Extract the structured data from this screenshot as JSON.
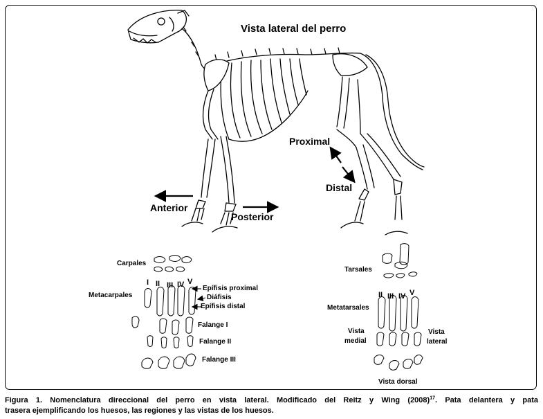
{
  "figure": {
    "title": "Vista lateral del perro",
    "direction_labels": {
      "anterior": "Anterior",
      "posterior": "Posterior",
      "proximal": "Proximal",
      "distal": "Distal"
    },
    "forelimb": {
      "carpales": "Carpales",
      "metacarpales": "Metacarpales",
      "roman": [
        "I",
        "II",
        "III",
        "IV",
        "V"
      ],
      "epifisis_proximal": "Epífisis proximal",
      "diafisis": "Diáfisis",
      "epifisis_distal": "Epífisis distal",
      "falange_1": "Falange I",
      "falange_2": "Falange II",
      "falange_3": "Falange III"
    },
    "hindlimb": {
      "tarsales": "Tarsales",
      "metatarsales": "Metatarsales",
      "roman": [
        "II",
        "III",
        "IV",
        "V"
      ],
      "vista_medial_1": "Vista",
      "vista_medial_2": "medial",
      "vista_lateral_1": "Vista",
      "vista_lateral_2": "lateral",
      "vista_dorsal": "Vista dorsal"
    }
  },
  "caption": {
    "line1": "Figura 1. Nomenclatura direccional del perro en vista lateral. Modificado del Reitz y Wing (2008)",
    "superscript": "17",
    "line1_end": ". Pata delantera y pata",
    "line2": "trasera ejemplificando los huesos, las regiones y las vistas de los huesos."
  }
}
